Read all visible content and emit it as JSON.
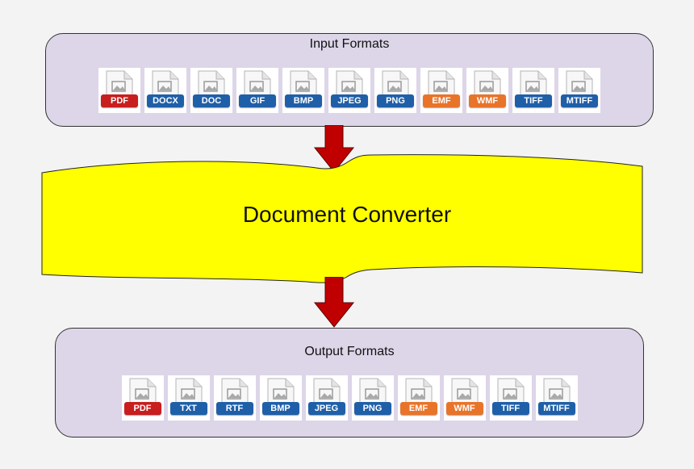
{
  "input_panel": {
    "title": "Input Formats",
    "formats": [
      {
        "label": "PDF",
        "color": "#c81e1e",
        "icon": "pdf-icon"
      },
      {
        "label": "DOCX",
        "color": "#1f5fa8",
        "icon": "docx-icon"
      },
      {
        "label": "DOC",
        "color": "#1f5fa8",
        "icon": "doc-icon"
      },
      {
        "label": "GIF",
        "color": "#1f5fa8",
        "icon": "gif-icon"
      },
      {
        "label": "BMP",
        "color": "#1f5fa8",
        "icon": "bmp-icon"
      },
      {
        "label": "JPEG",
        "color": "#1f5fa8",
        "icon": "jpeg-icon"
      },
      {
        "label": "PNG",
        "color": "#1f5fa8",
        "icon": "png-icon"
      },
      {
        "label": "EMF",
        "color": "#e8742a",
        "icon": "emf-icon"
      },
      {
        "label": "WMF",
        "color": "#e8742a",
        "icon": "wmf-icon"
      },
      {
        "label": "TIFF",
        "color": "#1f5fa8",
        "icon": "tiff-icon"
      },
      {
        "label": "MTIFF",
        "color": "#1f5fa8",
        "icon": "mtiff-icon"
      }
    ]
  },
  "converter": {
    "title": "Document Converter",
    "fill_color": "#ffff00"
  },
  "output_panel": {
    "title": "Output Formats",
    "formats": [
      {
        "label": "PDF",
        "color": "#c81e1e",
        "icon": "pdf-icon"
      },
      {
        "label": "TXT",
        "color": "#1f5fa8",
        "icon": "txt-icon"
      },
      {
        "label": "RTF",
        "color": "#1f5fa8",
        "icon": "rtf-icon"
      },
      {
        "label": "BMP",
        "color": "#1f5fa8",
        "icon": "bmp-icon"
      },
      {
        "label": "JPEG",
        "color": "#1f5fa8",
        "icon": "jpeg-icon"
      },
      {
        "label": "PNG",
        "color": "#1f5fa8",
        "icon": "png-icon"
      },
      {
        "label": "EMF",
        "color": "#e8742a",
        "icon": "emf-icon"
      },
      {
        "label": "WMF",
        "color": "#e8742a",
        "icon": "wmf-icon"
      },
      {
        "label": "TIFF",
        "color": "#1f5fa8",
        "icon": "tiff-icon"
      },
      {
        "label": "MTIFF",
        "color": "#1f5fa8",
        "icon": "mtiff-icon"
      }
    ]
  },
  "arrow_color": "#c00000"
}
